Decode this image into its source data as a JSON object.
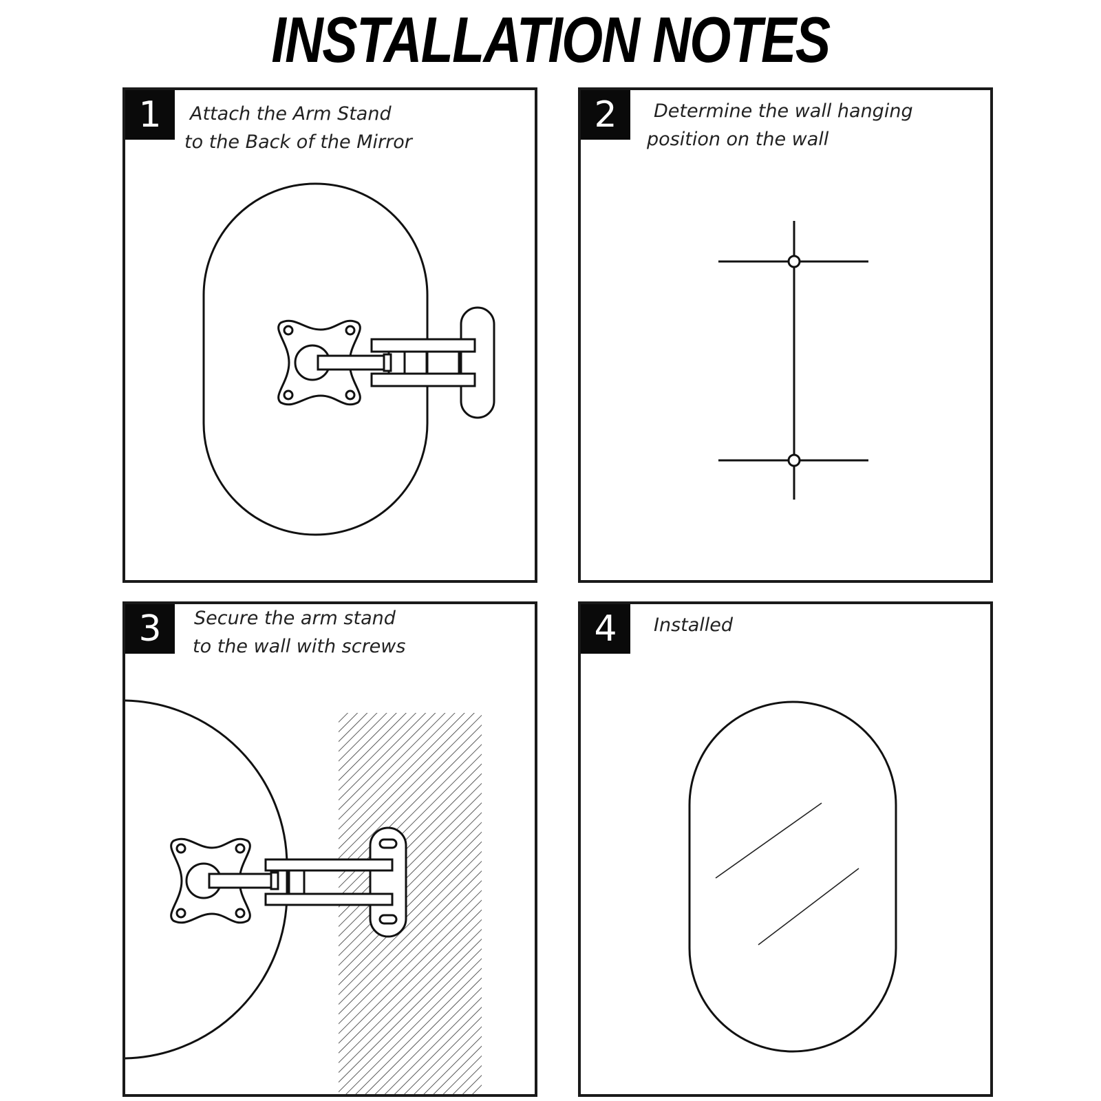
{
  "title": "INSTALLATION NOTES",
  "steps": [
    {
      "number": "1",
      "line1": "Attach the Arm Stand",
      "line2": "to the Back of the Mirror"
    },
    {
      "number": "2",
      "line1": "Determine the wall hanging",
      "line2": "position on the wall"
    },
    {
      "number": "3",
      "line1": "Secure the arm stand",
      "line2": "to the wall with screws"
    },
    {
      "number": "4",
      "line1": "Installed",
      "line2": ""
    }
  ]
}
